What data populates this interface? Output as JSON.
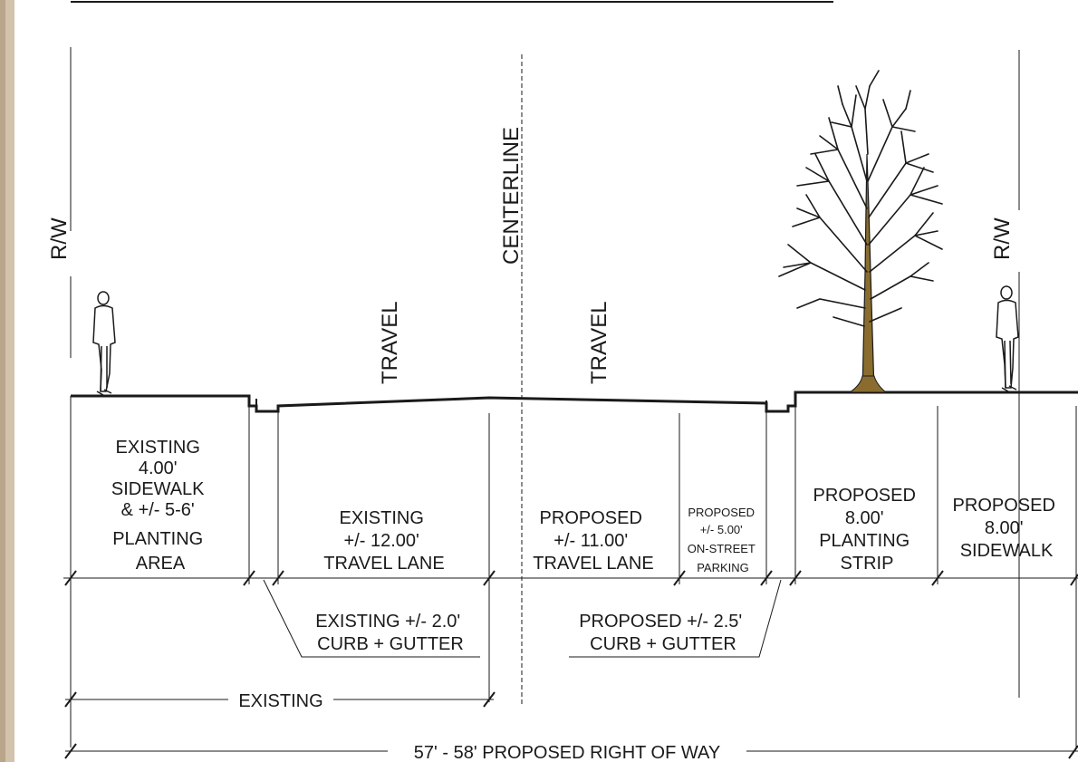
{
  "labels": {
    "rw_left": "R/W",
    "rw_right": "R/W",
    "centerline": "CENTERLINE",
    "travel_left": "TRAVEL",
    "travel_right": "TRAVEL"
  },
  "zones": [
    {
      "lines": [
        "EXISTING",
        "4.00'",
        "SIDEWALK",
        "& +/- 5-6'",
        "PLANTING",
        "AREA"
      ]
    },
    {
      "lines": [
        "EXISTING",
        "+/- 12.00'",
        "TRAVEL LANE"
      ]
    },
    {
      "lines": [
        "PROPOSED",
        "+/- 11.00'",
        "TRAVEL LANE"
      ]
    },
    {
      "lines": [
        "PROPOSED",
        "+/- 5.00'",
        "ON-STREET",
        "PARKING"
      ]
    },
    {
      "lines": [
        "PROPOSED",
        "8.00'",
        "PLANTING",
        "STRIP"
      ]
    },
    {
      "lines": [
        "PROPOSED",
        "8.00'",
        "SIDEWALK"
      ]
    }
  ],
  "curbs": {
    "existing": [
      "EXISTING +/- 2.0'",
      "CURB + GUTTER"
    ],
    "proposed": [
      "PROPOSED +/- 2.5'",
      "CURB + GUTTER"
    ]
  },
  "dimensions": {
    "existing": "EXISTING",
    "proposed_row": "57' - 58' PROPOSED RIGHT OF WAY"
  },
  "colors": {
    "line": "#1a1a1a",
    "trunk": "#8a6d2e",
    "background_texture": "#c9b59a"
  }
}
